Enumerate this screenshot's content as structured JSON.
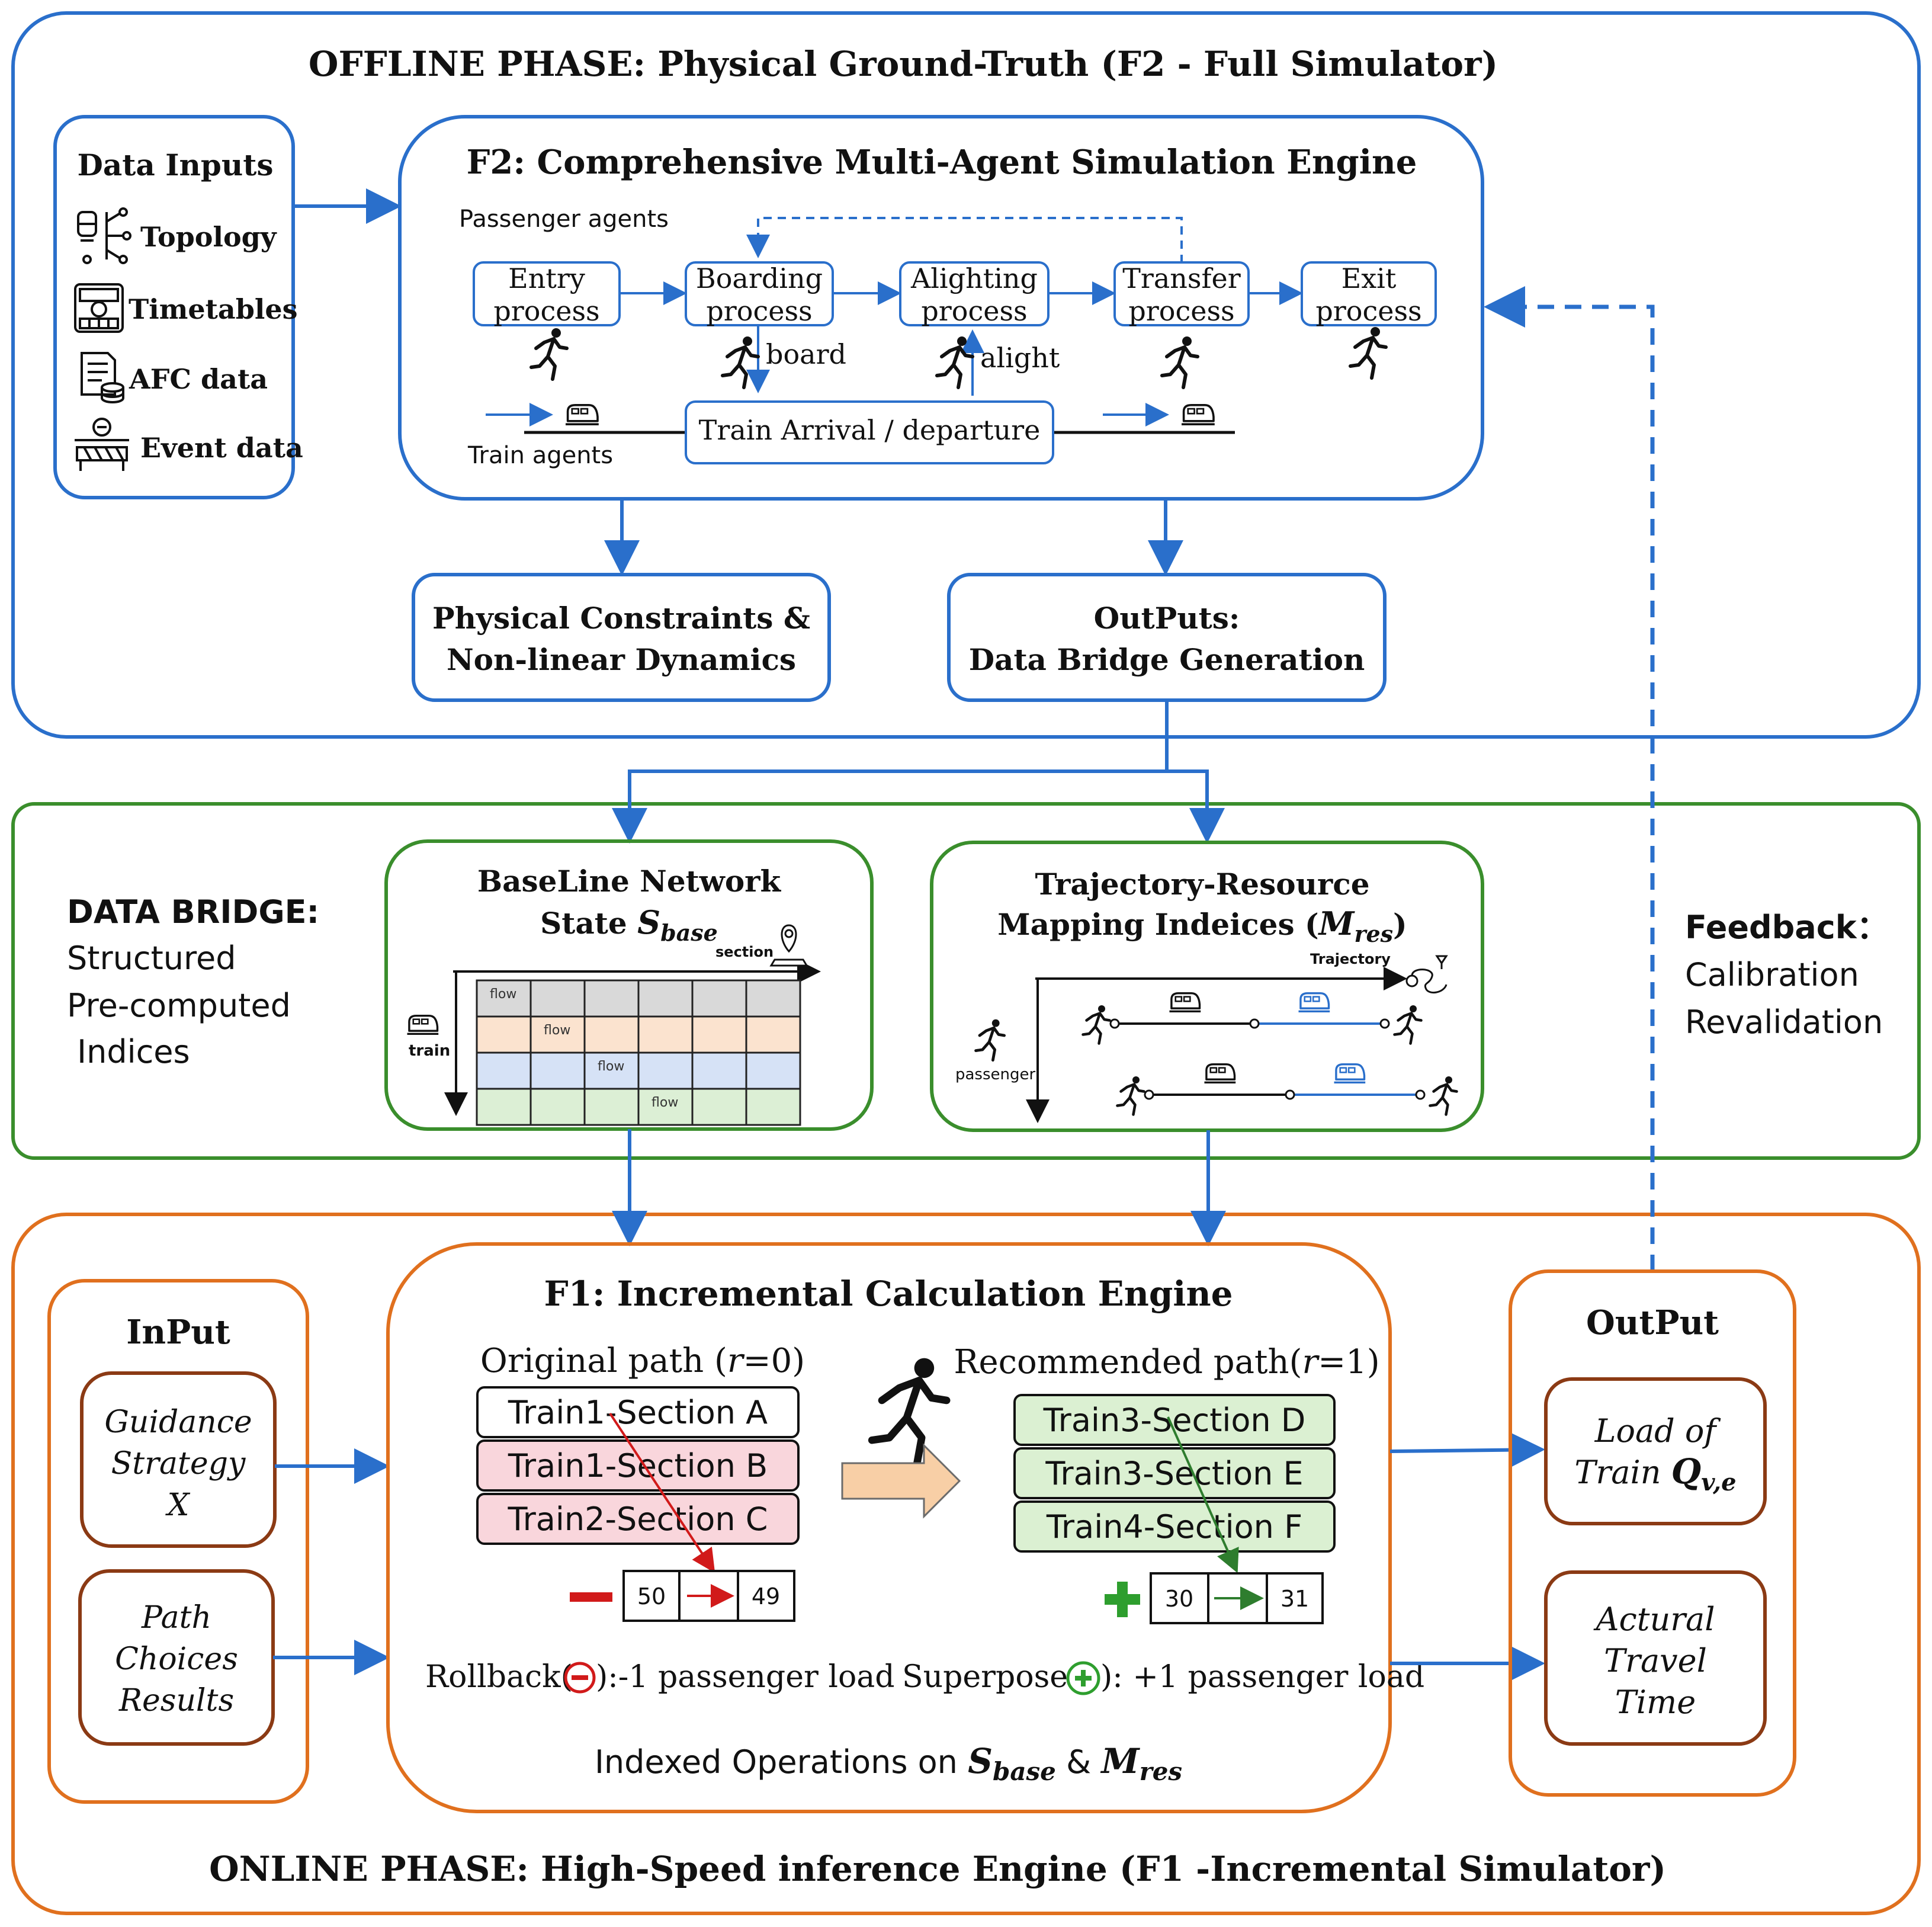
{
  "colors": {
    "offline": "#2A6FCB",
    "bridge": "#3A8E2C",
    "online": "#E0701E",
    "brown": "#8B3A14",
    "text": "#111111",
    "flow_gray": "#D9D9D9",
    "flow_peach": "#FBE3CF",
    "flow_blue": "#D6E2F6",
    "flow_green": "#DCEFD5",
    "pink": "#F9D6DC",
    "green_cell": "#DBF0D2",
    "arrow_fill": "#F8CFA6",
    "minus": "#D11A1A",
    "plus": "#2E9E2E"
  },
  "offline": {
    "title": "OFFLINE PHASE: Physical Ground-Truth (F2 - Full Simulator)",
    "data_inputs": {
      "title": "Data Inputs",
      "items": [
        {
          "label": "Topology",
          "icon": "topology-icon"
        },
        {
          "label": "Timetables",
          "icon": "timetable-icon"
        },
        {
          "label": "AFC data",
          "icon": "afc-data-icon"
        },
        {
          "label": "Event data",
          "icon": "event-data-icon"
        }
      ]
    },
    "engine": {
      "title": "F2: Comprehensive Multi-Agent Simulation Engine",
      "passenger_agents": "Passenger agents",
      "train_agents": "Train agents",
      "processes": [
        {
          "line1": "Entry",
          "line2": "process"
        },
        {
          "line1": "Boarding",
          "line2": "process"
        },
        {
          "line1": "Alighting",
          "line2": "process"
        },
        {
          "line1": "Transfer",
          "line2": "process"
        },
        {
          "line1": "Exit",
          "line2": "process"
        }
      ],
      "board": "board",
      "alight": "alight",
      "train_box": "Train Arrival / departure"
    },
    "constraints": {
      "line1": "Physical Constraints &",
      "line2": "Non-linear Dynamics"
    },
    "outputs": {
      "line1": "OutPuts:",
      "line2": "Data Bridge Generation"
    }
  },
  "bridge": {
    "label_title": "DATA BRIDGE:",
    "label_lines": [
      "Structured",
      "Pre-computed",
      " Indices"
    ],
    "baseline": {
      "title_line1": "BaseLine Network",
      "title_line2_prefix": "State ",
      "symbol": "S",
      "subscript": "base",
      "axis_x": "section",
      "axis_y": "train",
      "flow": "flow"
    },
    "trajectory": {
      "title_line1": "Trajectory-Resource",
      "title_line2_prefix": "Mapping Indeices (",
      "symbol": "M",
      "subscript": "res",
      "title_line2_suffix": ")",
      "axis_x": "Trajectory",
      "axis_y": "passenger"
    },
    "feedback": {
      "title": "Feedback：",
      "lines": [
        "Calibration",
        "Revalidation"
      ]
    }
  },
  "online": {
    "title": "ONLINE PHASE: High-Speed inference Engine (F1 -Incremental Simulator)",
    "input": {
      "title": "InPut",
      "guidance": [
        "Guidance",
        "Strategy",
        "X"
      ],
      "path_choices": [
        "Path",
        "Choices",
        "Results"
      ]
    },
    "engine": {
      "title": "F1: Incremental Calculation Engine",
      "original": {
        "prefix": "Original path  (",
        "var": "r",
        "suffix": "=0)"
      },
      "recommended": {
        "prefix": "Recommended path(",
        "var": "r",
        "suffix": "=1)"
      },
      "original_sections": [
        "Train1-Section A",
        "Train1-Section B",
        "Train2-Section C"
      ],
      "recommended_sections": [
        "Train3-Section D",
        "Train3-Section E",
        "Train4-Section F"
      ],
      "minus_from": "50",
      "minus_to": "49",
      "plus_from": "30",
      "plus_to": "31",
      "rollback_prefix": "Rollback(",
      "rollback_suffix": "):-1 passenger load",
      "superpose_prefix": "Superpose (",
      "superpose_suffix": "): +1 passenger load",
      "indexed_prefix": "Indexed Operations on ",
      "s_symbol": "S",
      "s_sub": "base",
      "amp": " & ",
      "m_symbol": "M",
      "m_sub": "res"
    },
    "output": {
      "title": "OutPut",
      "load_line1": "Load of",
      "load_line2_prefix": "Train ",
      "q_symbol": "Q",
      "q_sub": "v,e",
      "travel": [
        "Actural",
        "Travel",
        "Time"
      ]
    }
  }
}
